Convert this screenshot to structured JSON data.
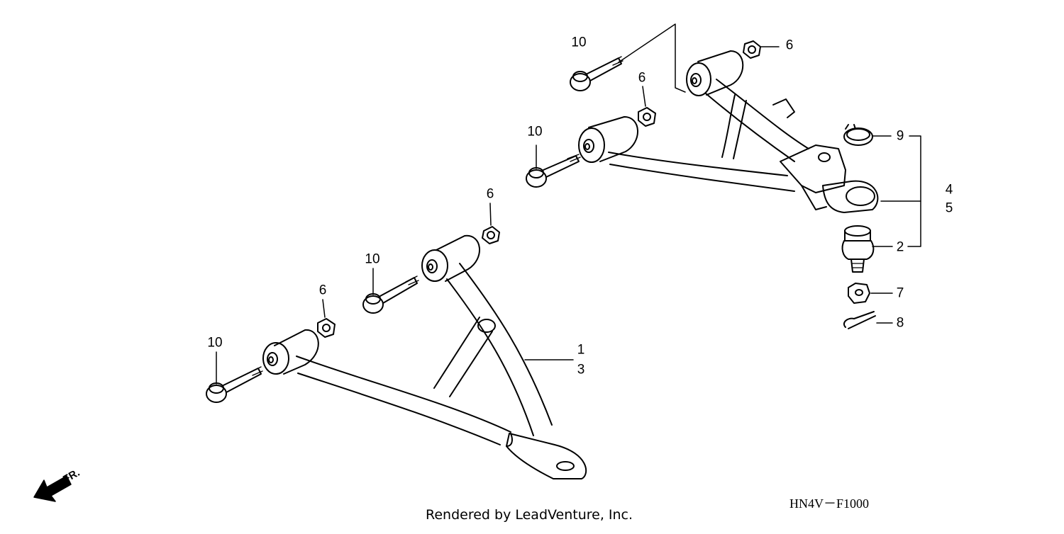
{
  "callouts": {
    "c1": "1",
    "c2": "2",
    "c3": "3",
    "c4": "4",
    "c5": "5",
    "c6a": "6",
    "c6b": "6",
    "c6c": "6",
    "c6d": "6",
    "c7": "7",
    "c8": "8",
    "c9": "9",
    "c10a": "10",
    "c10b": "10",
    "c10c": "10",
    "c10d": "10"
  },
  "diagram_code": "HN4V－F1000",
  "credit": "Rendered by LeadVenture, Inc.",
  "direction_marker": "FR.",
  "icons": {
    "direction": "arrow-icon"
  }
}
